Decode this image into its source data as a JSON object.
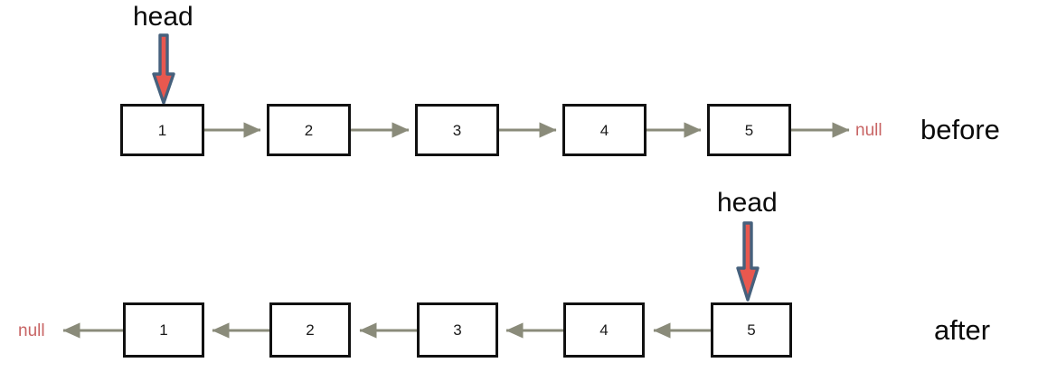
{
  "diagram": {
    "title": "singly-linked-list-reversal",
    "colors": {
      "node_border": "#111111",
      "node_fill": "#ffffff",
      "link": "#8a8b7a",
      "null_text": "#c86464",
      "label_text": "#0a0a0a",
      "head_arrow_fill": "#e8584f",
      "head_arrow_stroke": "#46617d"
    },
    "rows": [
      {
        "id": "before",
        "state_label": "before",
        "head_label": "head",
        "head_target_index": 0,
        "direction": "forward",
        "null_terminator": "null",
        "null_side": "right",
        "nodes": [
          {
            "value": "1"
          },
          {
            "value": "2"
          },
          {
            "value": "3"
          },
          {
            "value": "4"
          },
          {
            "value": "5"
          }
        ]
      },
      {
        "id": "after",
        "state_label": "after",
        "head_label": "head",
        "head_target_index": 4,
        "direction": "backward",
        "null_terminator": "null",
        "null_side": "left",
        "nodes": [
          {
            "value": "1"
          },
          {
            "value": "2"
          },
          {
            "value": "3"
          },
          {
            "value": "4"
          },
          {
            "value": "5"
          }
        ]
      }
    ]
  }
}
